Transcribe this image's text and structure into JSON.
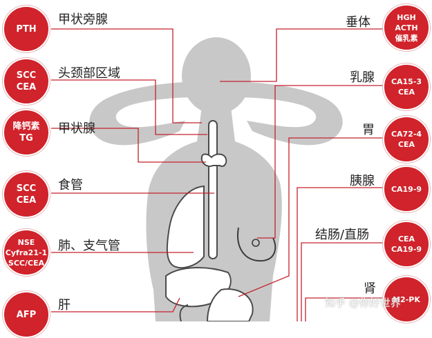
{
  "colors": {
    "badge": "#d0232b",
    "line": "#c4202b",
    "body": "#c8c8c8",
    "organ_outline": "#3a3a3a"
  },
  "left_markers": [
    {
      "organ": "甲状旁腺",
      "markers": [
        "PTH"
      ]
    },
    {
      "organ": "头颈部区域",
      "markers": [
        "SCC",
        "CEA"
      ]
    },
    {
      "organ": "甲状腺",
      "markers": [
        "降钙素",
        "TG"
      ]
    },
    {
      "organ": "食管",
      "markers": [
        "SCC",
        "CEA"
      ]
    },
    {
      "organ": "肺、支气管",
      "markers": [
        "NSE",
        "Cyfra21-1",
        "SCC/CEA"
      ]
    },
    {
      "organ": "肝",
      "markers": [
        "AFP"
      ]
    }
  ],
  "right_markers": [
    {
      "organ": "垂体",
      "markers": [
        "HGH",
        "ACTH",
        "催乳素"
      ]
    },
    {
      "organ": "乳腺",
      "markers": [
        "CA15-3",
        "CEA"
      ]
    },
    {
      "organ": "胃",
      "markers": [
        "CA72-4",
        "CEA"
      ]
    },
    {
      "organ": "胰腺",
      "markers": [
        "CA19-9"
      ]
    },
    {
      "organ": "结肠/直肠",
      "markers": [
        "CEA",
        "CA19-9"
      ]
    },
    {
      "organ": "肾",
      "markers": [
        "M2-PK"
      ]
    }
  ],
  "watermark": "知乎 @你好世界"
}
